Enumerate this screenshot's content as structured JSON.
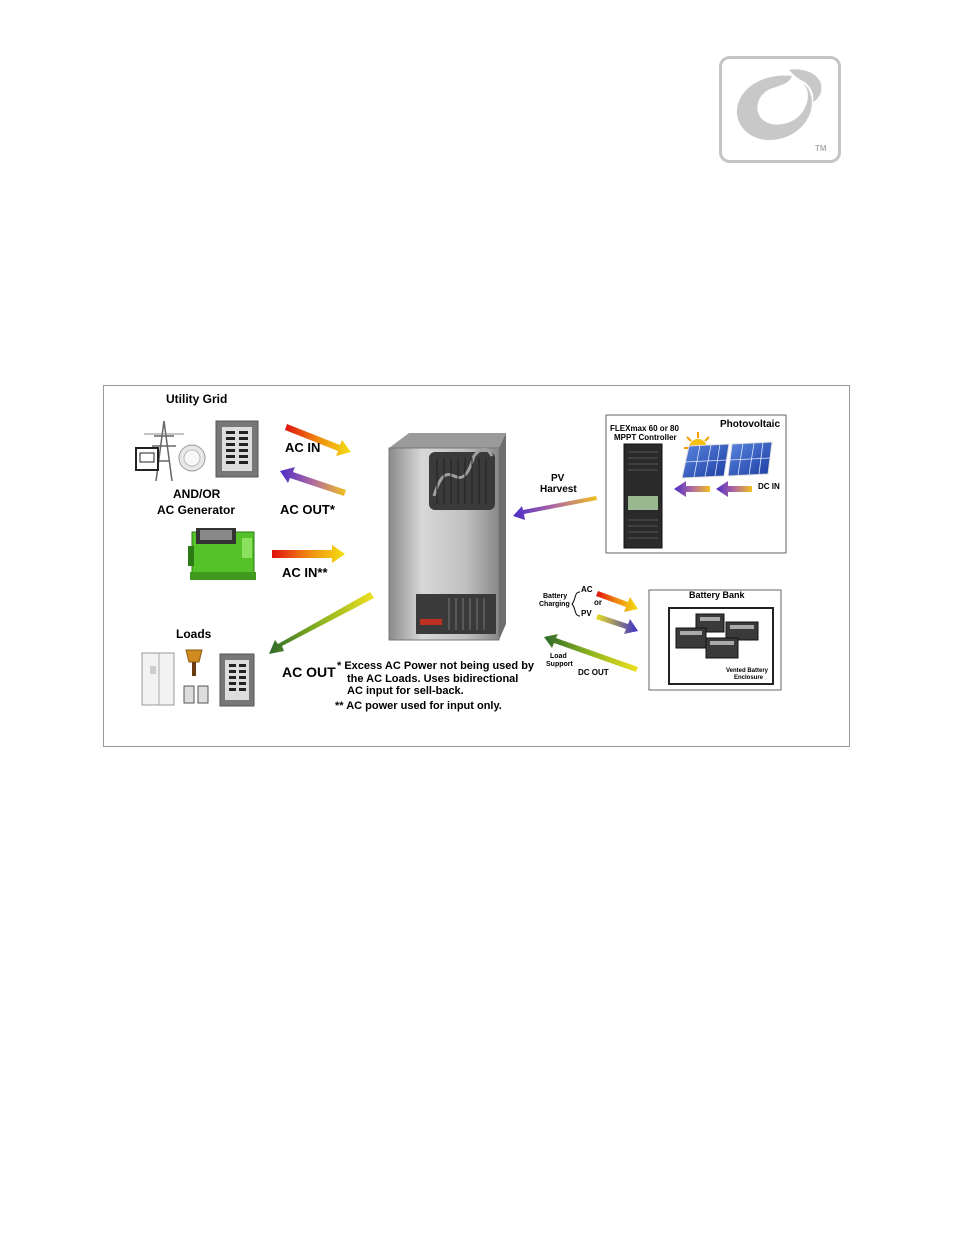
{
  "logo": {
    "trademark": "TM"
  },
  "diagram": {
    "utility_grid": "Utility Grid",
    "and_or_line1": "AND/OR",
    "and_or_line2": "AC Generator",
    "loads": "Loads",
    "ac_in": "AC IN",
    "ac_out_star": "AC OUT*",
    "ac_in_2star": "AC IN**",
    "ac_out": "AC OUT",
    "pv_harvest_line1": "PV",
    "pv_harvest_line2": "Harvest",
    "photovoltaic": "Photovoltaic",
    "flexmax_line1": "FLEXmax 60 or 80",
    "flexmax_line2": "MPPT Controller",
    "dc_in": "DC IN",
    "battery_bank": "Battery Bank",
    "battery_charging_line1": "Battery",
    "battery_charging_line2": "Charging",
    "ac": "AC",
    "or": "or",
    "pv": "PV",
    "load_support_line1": "Load",
    "load_support_line2": "Support",
    "dc_out": "DC OUT",
    "vented_line1": "Vented Battery",
    "vented_line2": "Enclosure",
    "note1_line1": "*  Excess AC Power not being used by",
    "note1_line2": "the AC Loads.  Uses bidirectional",
    "note1_line3": "AC input for sell-back.",
    "note2": "** AC power used for input only."
  }
}
